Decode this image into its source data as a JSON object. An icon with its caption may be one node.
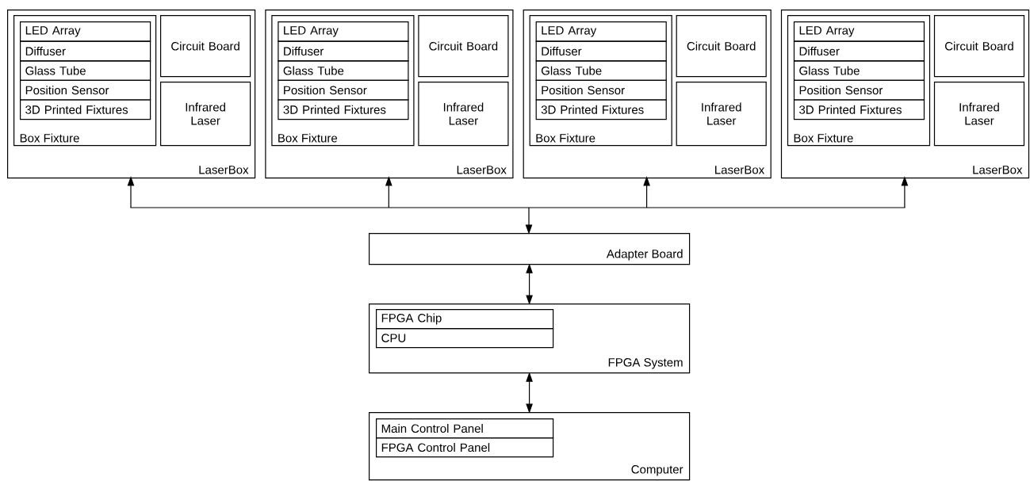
{
  "diagram": {
    "nodes": [
      {
        "text": [
          "LaserBox"
        ]
      },
      {
        "text": [
          "Box Fixture"
        ],
        "in": 0
      },
      {
        "text": [
          "LED Array"
        ],
        "in": 1
      },
      {
        "text": [
          "Diffuser"
        ],
        "in": 1
      },
      {
        "text": [
          "Glass Tube"
        ],
        "in": 1
      },
      {
        "text": [
          "Position Sensor"
        ],
        "in": 1
      },
      {
        "text": [
          "3D Printed Fixtures"
        ],
        "in": 1
      },
      {
        "text": [
          "Circuit Board"
        ],
        "in": 0
      },
      {
        "text": [
          "Infrared Laser"
        ],
        "in": 0
      },
      {
        "text": [
          "LaserBox"
        ]
      },
      {
        "text": [
          "Box Fixture"
        ],
        "in": 9
      },
      {
        "text": [
          "LED Array"
        ],
        "in": 10
      },
      {
        "text": [
          "Diffuser"
        ],
        "in": 10
      },
      {
        "text": [
          "Glass Tube"
        ],
        "in": 10
      },
      {
        "text": [
          "Position Sensor"
        ],
        "in": 10
      },
      {
        "text": [
          "3D Printed Fixtures"
        ],
        "in": 10
      },
      {
        "text": [
          "Circuit Board"
        ],
        "in": 9
      },
      {
        "text": [
          "Infrared Laser"
        ],
        "in": 9
      },
      {
        "text": [
          "LaserBox"
        ]
      },
      {
        "text": [
          "Box Fixture"
        ],
        "in": 18
      },
      {
        "text": [
          "LED Array"
        ],
        "in": 19
      },
      {
        "text": [
          "Diffuser"
        ],
        "in": 19
      },
      {
        "text": [
          "Glass Tube"
        ],
        "in": 19
      },
      {
        "text": [
          "Position Sensor"
        ],
        "in": 19
      },
      {
        "text": [
          "3D Printed Fixtures"
        ],
        "in": 19
      },
      {
        "text": [
          "Circuit Board"
        ],
        "in": 18
      },
      {
        "text": [
          "Infrared Laser"
        ],
        "in": 18
      },
      {
        "text": [
          "LaserBox"
        ]
      },
      {
        "text": [
          "Box Fixture"
        ],
        "in": 27
      },
      {
        "text": [
          "LED Array"
        ],
        "in": 28
      },
      {
        "text": [
          "Diffuser"
        ],
        "in": 28
      },
      {
        "text": [
          "Glass Tube"
        ],
        "in": 28
      },
      {
        "text": [
          "Position Sensor"
        ],
        "in": 28
      },
      {
        "text": [
          "3D Printed Fixtures"
        ],
        "in": 28
      },
      {
        "text": [
          "Circuit Board"
        ],
        "in": 27
      },
      {
        "text": [
          "Infrared Laser"
        ],
        "in": 27
      },
      {
        "text": [
          "Adapter Board"
        ]
      },
      {
        "text": [
          "FPGA System"
        ]
      },
      {
        "text": [
          "FPGA Chip"
        ],
        "in": 37
      },
      {
        "text": [
          "CPU"
        ],
        "in": 37
      },
      {
        "text": [
          "Computer"
        ]
      },
      {
        "text": [
          "Main Control Panel"
        ],
        "in": 40
      },
      {
        "text": [
          "FPGA Control Panel"
        ],
        "in": 40
      }
    ],
    "edges": [
      {
        "from": 36,
        "to": 0,
        "arrow": "both"
      },
      {
        "from": 36,
        "to": 9,
        "arrow": "both"
      },
      {
        "from": 36,
        "to": 18,
        "arrow": "both"
      },
      {
        "from": 36,
        "to": 27,
        "arrow": "both"
      },
      {
        "from": 36,
        "to": 37,
        "arrow": "both"
      },
      {
        "from": 37,
        "to": 40,
        "arrow": "both"
      }
    ]
  }
}
